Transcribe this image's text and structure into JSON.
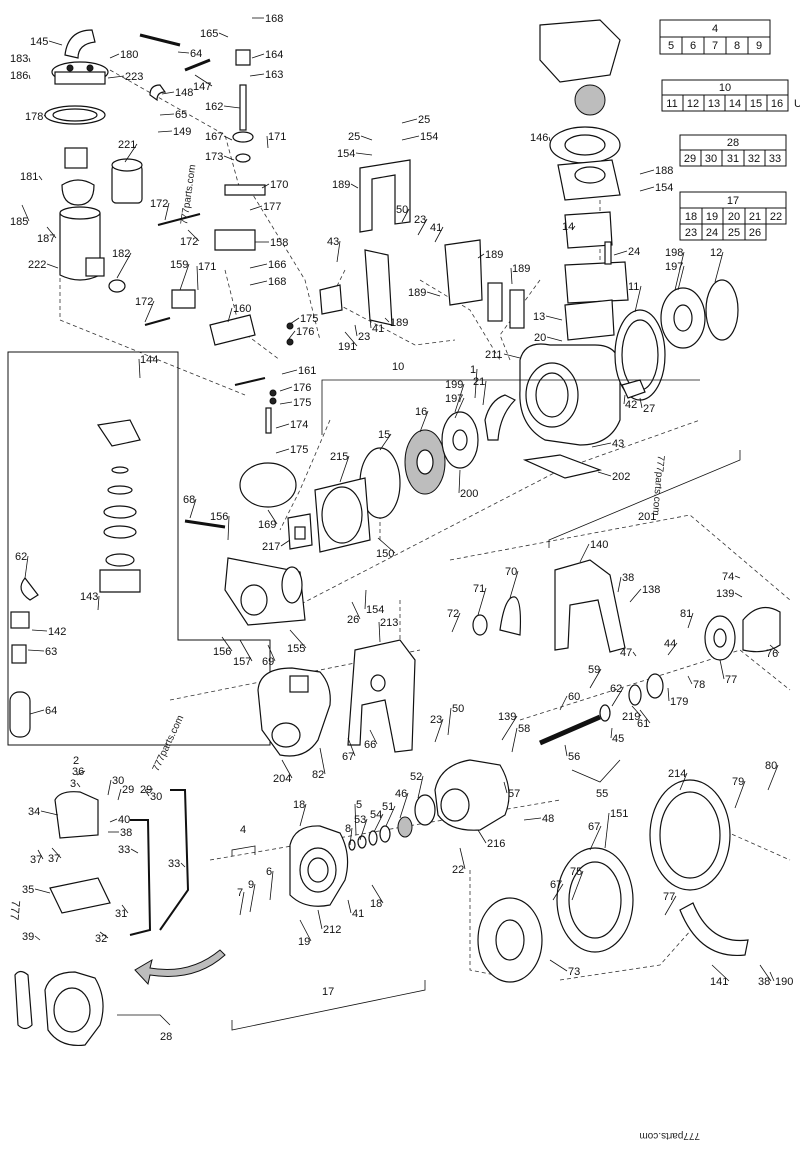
{
  "watermark": "777parts.com",
  "watermark_partial": "777",
  "stray_char": "U",
  "group_tables": [
    {
      "group": "4",
      "items": [
        "5",
        "6",
        "7",
        "8",
        "9"
      ]
    },
    {
      "group": "10",
      "items": [
        "11",
        "12",
        "13",
        "14",
        "15",
        "16"
      ]
    },
    {
      "group": "28",
      "items": [
        "29",
        "30",
        "31",
        "32",
        "33"
      ]
    },
    {
      "group": "17",
      "items": [
        "18",
        "19",
        "20",
        "21",
        "22",
        "23",
        "24",
        "25",
        "26"
      ]
    }
  ],
  "group_brackets": [
    "10",
    "201",
    "140",
    "55",
    "17",
    "28",
    "4"
  ],
  "part_labels": [
    "1",
    "2",
    "3",
    "4",
    "5",
    "7",
    "9",
    "6",
    "8",
    "10",
    "11",
    "12",
    "13",
    "14",
    "15",
    "16",
    "17",
    "18",
    "19",
    "20",
    "21",
    "22",
    "23",
    "24",
    "25",
    "26",
    "27",
    "28",
    "29",
    "30",
    "31",
    "32",
    "33",
    "34",
    "35",
    "36",
    "37",
    "38",
    "39",
    "40",
    "41",
    "42",
    "43",
    "44",
    "45",
    "46",
    "47",
    "48",
    "50",
    "51",
    "52",
    "53",
    "54",
    "55",
    "56",
    "57",
    "58",
    "59",
    "60",
    "61",
    "62",
    "63",
    "64",
    "65",
    "66",
    "67",
    "68",
    "69",
    "70",
    "71",
    "72",
    "73",
    "74",
    "75",
    "76",
    "77",
    "78",
    "79",
    "80",
    "81",
    "82",
    "138",
    "139",
    "140",
    "141",
    "142",
    "143",
    "144",
    "145",
    "146",
    "147",
    "148",
    "149",
    "150",
    "151",
    "154",
    "155",
    "156",
    "157",
    "158",
    "159",
    "160",
    "161",
    "162",
    "163",
    "164",
    "165",
    "166",
    "167",
    "168",
    "169",
    "170",
    "171",
    "172",
    "173",
    "174",
    "175",
    "176",
    "177",
    "178",
    "179",
    "180",
    "181",
    "182",
    "183",
    "185",
    "186",
    "187",
    "188",
    "189",
    "190",
    "191",
    "197",
    "198",
    "199",
    "200",
    "201",
    "202",
    "204",
    "211",
    "212",
    "213",
    "214",
    "215",
    "216",
    "217",
    "219",
    "221",
    "222",
    "223"
  ]
}
